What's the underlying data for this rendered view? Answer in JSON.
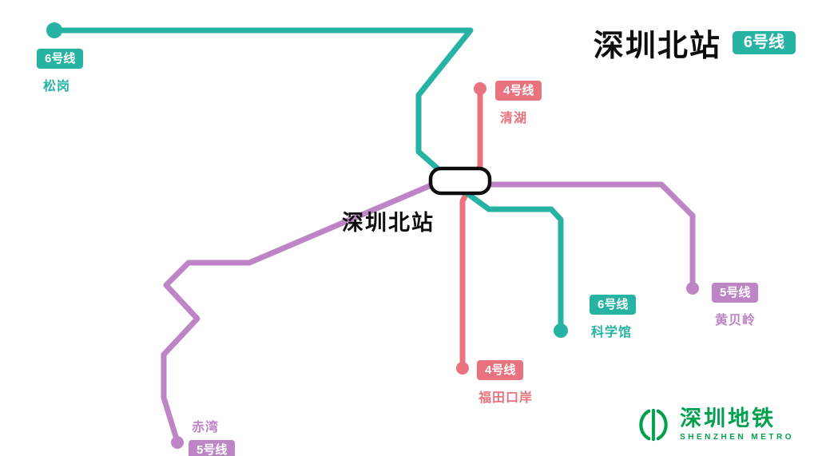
{
  "header": {
    "title": "深圳北站",
    "badge": "6号线"
  },
  "station": {
    "label": "深圳北站"
  },
  "lines": {
    "line4": {
      "name": "4号线",
      "color": "#e8727e"
    },
    "line5": {
      "name": "5号线",
      "color": "#bd85c6"
    },
    "line6": {
      "name": "6号线",
      "color": "#27b3a3"
    }
  },
  "stations": {
    "songgang": {
      "badge": "6号线",
      "name": "松岗"
    },
    "qinghu": {
      "badge": "4号线",
      "name": "清湖"
    },
    "kexueguan": {
      "badge": "6号线",
      "name": "科学馆"
    },
    "futiankouan": {
      "badge": "4号线",
      "name": "福田口岸"
    },
    "chiwan": {
      "badge": "5号线",
      "name": "赤湾"
    },
    "huangbeiling": {
      "badge": "5号线",
      "name": "黄贝岭"
    }
  },
  "logo": {
    "cn": "深圳地铁",
    "en": "SHENZHEN METRO",
    "color": "#00a04e"
  }
}
